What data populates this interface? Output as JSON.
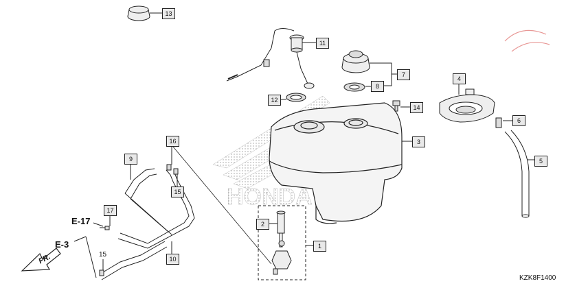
{
  "callouts": {
    "c1": "1",
    "c2": "2",
    "c3": "3",
    "c4": "4",
    "c5": "5",
    "c6": "6",
    "c7": "7",
    "c8": "8",
    "c9": "9",
    "c10": "10",
    "c11": "11",
    "c12": "12",
    "c13": "13",
    "c14": "14",
    "c15": "15",
    "c16": "16",
    "c17": "17"
  },
  "plain_labels": {
    "p15": "15"
  },
  "references": {
    "e17": "E-17",
    "e3": "E-3"
  },
  "direction": {
    "fr": "FR."
  },
  "diagram_code": "KZK8F1400",
  "watermark_text": "HONDA",
  "colors": {
    "callout_fill": "#e9e9e9",
    "line": "#222222",
    "watermark": "#d9534f"
  }
}
